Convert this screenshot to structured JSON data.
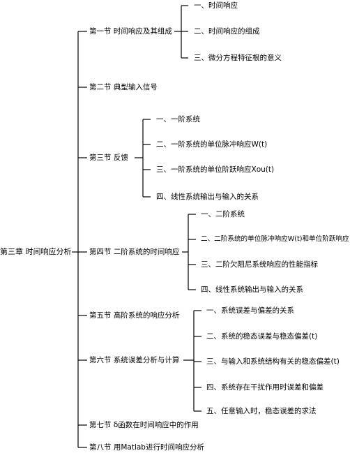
{
  "chapter": "第三章  时间响应分析",
  "sections": [
    {
      "label": "第一节  时间响应及其组成",
      "items": [
        "一、时间响应",
        "二、时间响应的组成",
        "三、微分方程特征根的意义"
      ]
    },
    {
      "label": "第二节  典型输入信号",
      "items": []
    },
    {
      "label": "第三节  反馈",
      "items": [
        "一、一阶系统",
        "二、一阶系统的单位脉冲响应W(t)",
        "三、一阶系统的单位阶跃响应Xou(t)",
        "四、线性系统输出与输入的关系"
      ]
    },
    {
      "label": "第四节  二阶系统的时间响应",
      "items": [
        "一、二阶系统",
        "二、二阶系统的单位脉冲响应W(t)和单位阶跃响应",
        "三、二阶欠阻尼系统响应的性能指标",
        "四、线性系统输出与输入的关系"
      ]
    },
    {
      "label": "第五节  高阶系统的响应分析",
      "items": []
    },
    {
      "label": "第六节  系统误差分析与计算",
      "items": [
        "一、系统误差与偏差的关系",
        "二、系统的稳态误差与稳态偏差(t)",
        "三、与输入和系统结构有关的稳态偏差(t)",
        "四、系统存在干扰作用时误差和偏差",
        "五、任意输入时，稳态误差的求法"
      ]
    },
    {
      "label": "第七节  δ函数在时间响应中的作用",
      "items": []
    },
    {
      "label": "第八节  用Matlab进行时间响应分析",
      "items": []
    }
  ]
}
